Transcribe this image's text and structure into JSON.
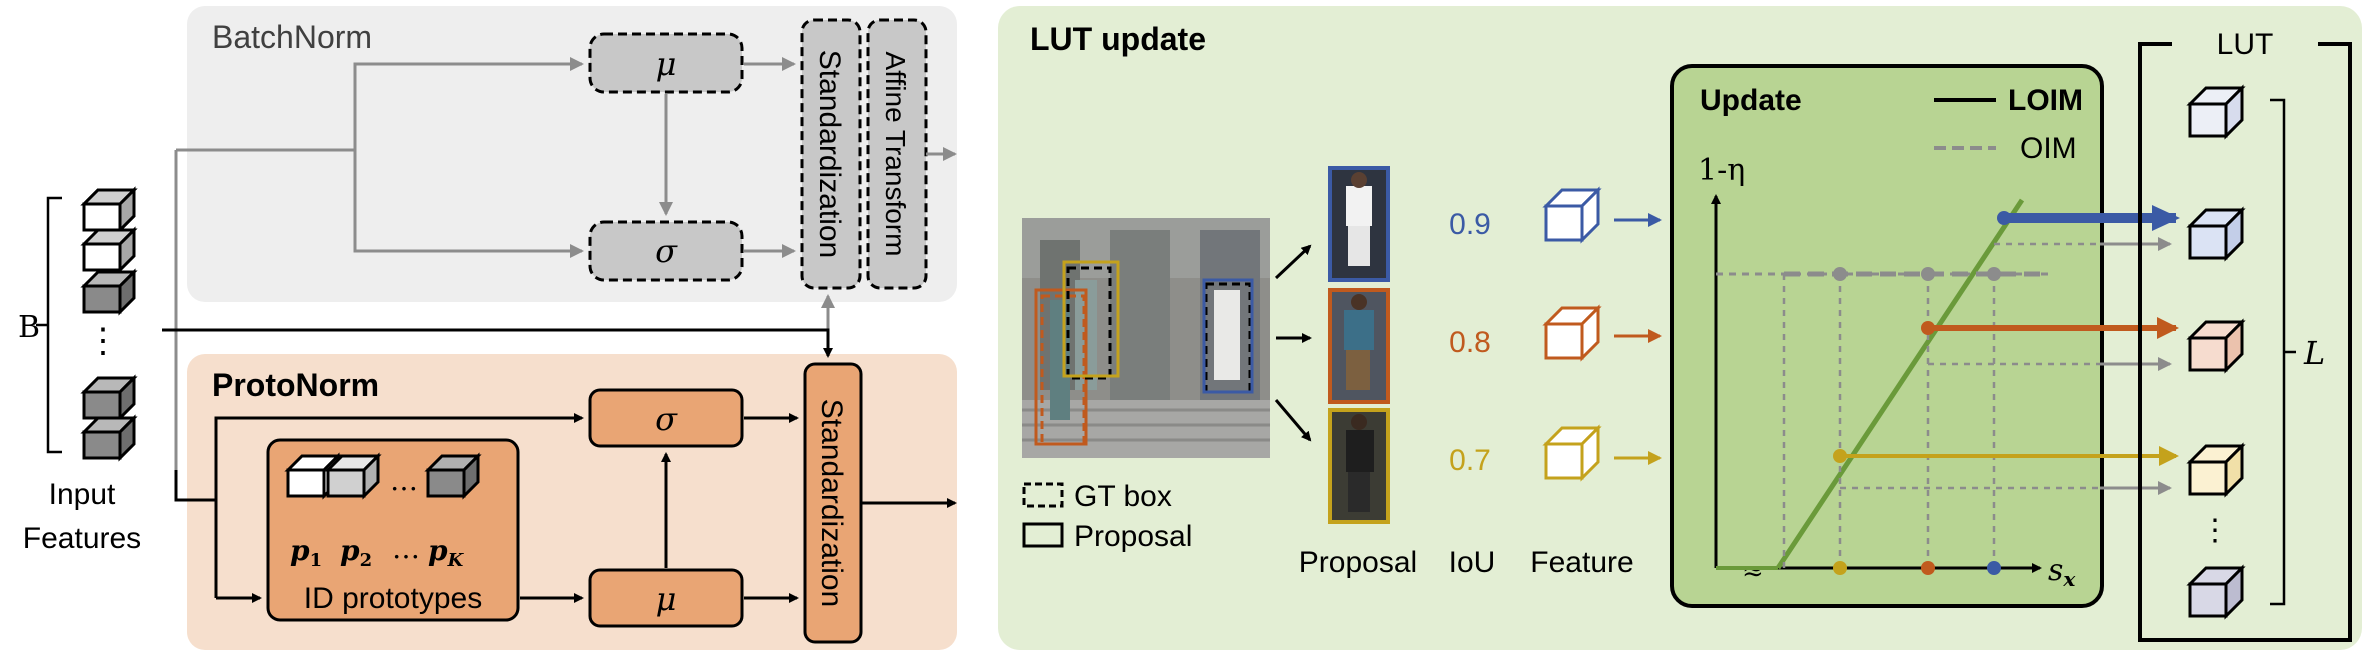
{
  "left": {
    "batchnorm": {
      "title": "BatchNorm",
      "mu": "μ",
      "sigma": "σ",
      "standardization": "Standardization",
      "affine": "Affine Transform"
    },
    "protonorm": {
      "title": "ProtoNorm",
      "sigma": "σ",
      "mu": "μ",
      "standardization": "Standardization",
      "p1": "p",
      "p1_sub": "1",
      "p2": "p",
      "p2_sub": "2",
      "dots": "…",
      "pK": "p",
      "pK_sub": "K",
      "prototypes": "ID prototypes"
    },
    "batch_label": "B",
    "input_line1": "Input",
    "input_line2": "Features",
    "dots_vertical": "⋮"
  },
  "right": {
    "title": "LUT update",
    "legend_gt": "GT box",
    "legend_proposal": "Proposal",
    "col_proposal": "Proposal",
    "col_iou": "IoU",
    "col_feature": "Feature",
    "iou_values": [
      "0.9",
      "0.8",
      "0.7"
    ],
    "update": {
      "title": "Update",
      "legend_loim": "LOIM",
      "legend_oim": "OIM",
      "y_axis": "1-η",
      "x_axis": "s",
      "x_sub": "x",
      "break": "≈"
    },
    "lut": {
      "title": "LUT",
      "size_label": "L",
      "dots": "⋮"
    }
  },
  "colors": {
    "blue": "#3b5aa5",
    "orange": "#c05a1e",
    "yellow": "#c4a21c",
    "green": "#6a9a3a",
    "gray_arrow": "#8c8c8c",
    "batch_bg": "#eeeeee",
    "proto_bg": "#f6dfcd",
    "lut_bg": "#e3eed4",
    "update_bg": "#b8d493",
    "proto_node": "#e9a574",
    "batch_node": "#c8c8c8"
  }
}
